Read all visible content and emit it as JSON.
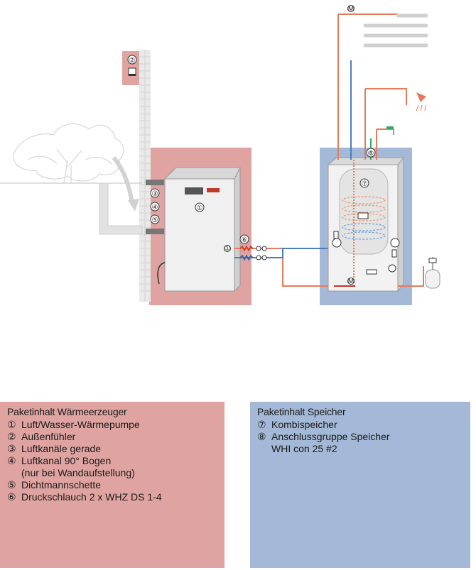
{
  "diagram": {
    "markers": [
      "①",
      "②",
      "③",
      "④",
      "⑤",
      "⑥",
      "⑦",
      "⑧",
      "M"
    ]
  },
  "panel_left": {
    "title": "Paketinhalt Wärmeerzeuger",
    "bg_color": "#dfa4a1",
    "items": [
      {
        "num": "①",
        "text": "Luft/Wasser-Wärmepumpe"
      },
      {
        "num": "②",
        "text": "Außenfühler"
      },
      {
        "num": "③",
        "text": "Luftkanäle gerade"
      },
      {
        "num": "④",
        "text": "Luftkanal 90° Bogen\n(nur bei Wandaufstellung)"
      },
      {
        "num": "⑤",
        "text": "Dichtmannschette"
      },
      {
        "num": "⑥",
        "text": "Druckschlauch 2 x WHZ DS 1-4"
      }
    ]
  },
  "panel_right": {
    "title": "Paketinhalt Speicher",
    "bg_color": "#a4b9d7",
    "items": [
      {
        "num": "⑦",
        "text": "Kombispeicher"
      },
      {
        "num": "⑧",
        "text": "Anschlussgruppe Speicher\nWHI con 25 #2"
      }
    ]
  }
}
